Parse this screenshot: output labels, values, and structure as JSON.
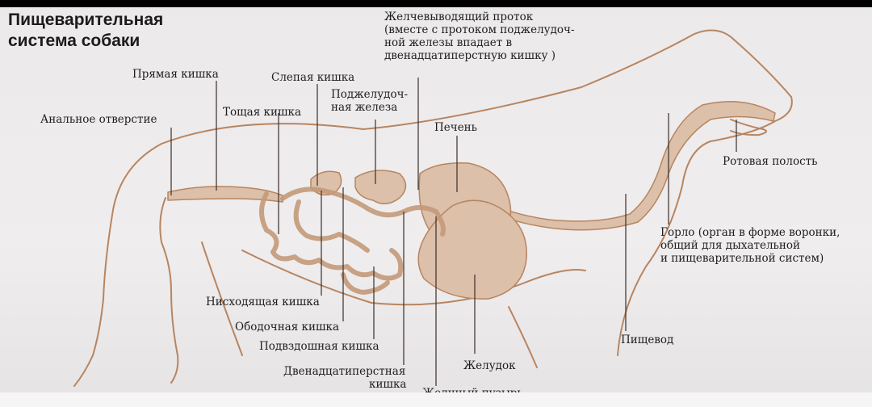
{
  "title": {
    "line1": "Пищеварительная",
    "line2": "система собаки"
  },
  "labels": {
    "bile_duct": {
      "line1": "Желчевыводящий проток",
      "line2": "(вместе с протоком поджелудоч-",
      "line3": "ной железы впадает в",
      "line4": "двенадцатиперстную кишку )"
    },
    "rectum": "Прямая кишка",
    "cecum": "Слепая кишка",
    "pancreas": {
      "line1": "Поджелудоч-",
      "line2": "ная железа"
    },
    "anus": "Анальное отверстие",
    "jejunum": "Тощая кишка",
    "liver": "Печень",
    "mouth": "Ротовая полость",
    "throat": {
      "line1": "Горло (орган в форме воронки,",
      "line2": "общий для дыхательной",
      "line3": "и пищеварительной систем)"
    },
    "descending_colon": "Нисходящая кишка",
    "colon": "Ободочная кишка",
    "ileum": "Подвздошная кишка",
    "duodenum": {
      "line1": "Двенадцатиперстная",
      "line2": "кишка"
    },
    "stomach": "Желудок",
    "gallbladder": "Желчный пузырь",
    "esophagus": "Пищевод"
  },
  "colors": {
    "organ_fill": "#dcc0a9",
    "outline": "#b78560",
    "leader": "#3a2f2a",
    "text": "#1e1e1e"
  }
}
